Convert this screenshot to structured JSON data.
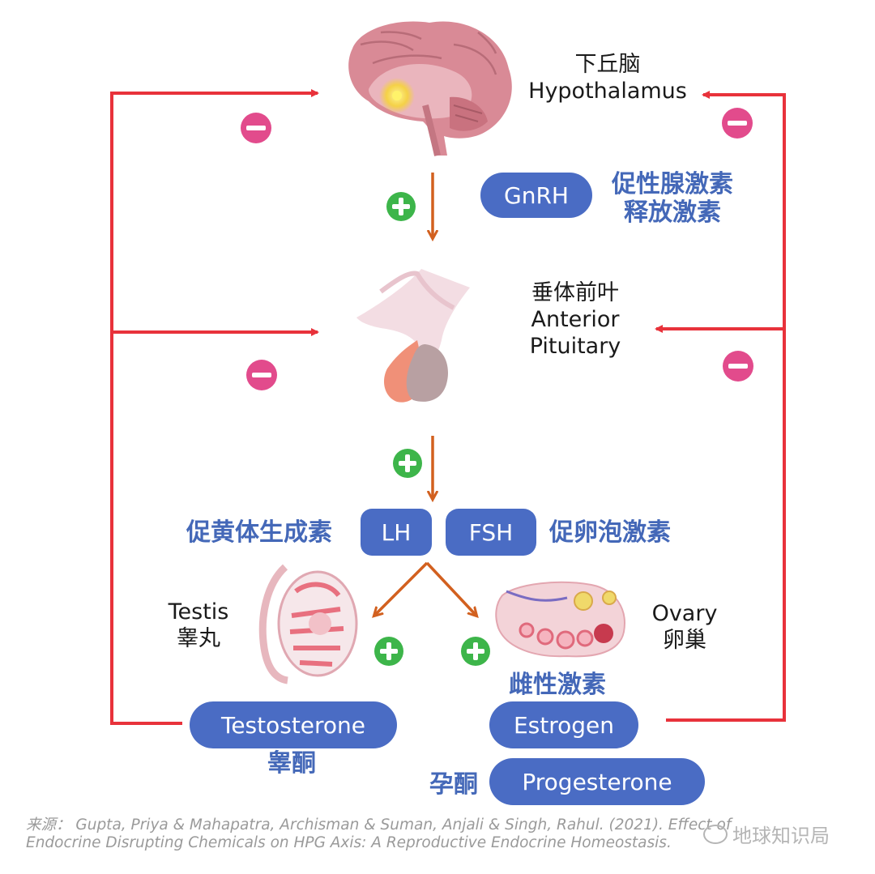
{
  "organs": {
    "hypothalamus": {
      "cn": "下丘脑",
      "en": "Hypothalamus"
    },
    "pituitary": {
      "cn": "垂体前叶",
      "en_line1": "Anterior",
      "en_line2": "Pituitary"
    },
    "testis": {
      "en": "Testis",
      "cn": "睾丸"
    },
    "ovary": {
      "en": "Ovary",
      "cn": "卵巢"
    }
  },
  "hormones": {
    "gnrh": {
      "label": "GnRH",
      "cn_line1": "促性腺激素",
      "cn_line2": "释放激素"
    },
    "lh": {
      "label": "LH",
      "cn": "促黄体生成素"
    },
    "fsh": {
      "label": "FSH",
      "cn": "促卵泡激素"
    },
    "testosterone": {
      "label": "Testosterone",
      "cn": "睾酮"
    },
    "estrogen": {
      "label": "Estrogen",
      "cn": "雌性激素"
    },
    "progesterone": {
      "label": "Progesterone",
      "cn": "孕酮"
    }
  },
  "citation": {
    "line1": "来源： Gupta, Priya & Mahapatra, Archisman & Suman, Anjali & Singh, Rahul. (2021). Effect of",
    "line2": "Endocrine Disrupting Chemicals on HPG Axis: A Reproductive Endocrine Homeostasis."
  },
  "watermark": {
    "text": "地球知识局"
  },
  "colors": {
    "feedback_line": "#e8323b",
    "stimulus_arrow": "#d2601f",
    "negative_sign": "#e24b8c",
    "positive_sign": "#3db54a",
    "pill": "#4a6cc4",
    "cn_label": "#4468b8"
  },
  "icons": {
    "negative": "minus-circle-icon",
    "positive": "plus-circle-icon",
    "brain": "brain-icon",
    "pituitary": "pituitary-gland-icon",
    "testis": "testis-icon",
    "ovary": "ovary-icon"
  }
}
